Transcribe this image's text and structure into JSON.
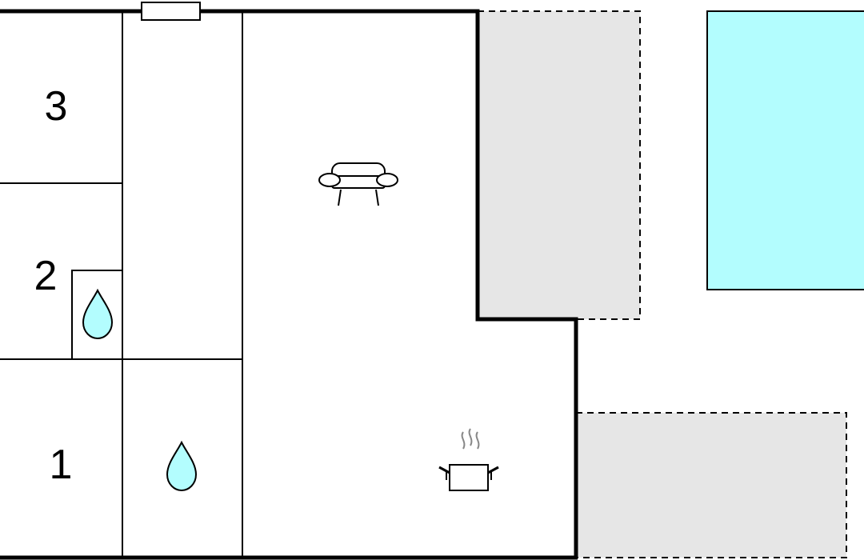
{
  "rooms": [
    {
      "label": "3"
    },
    {
      "label": "2"
    },
    {
      "label": "1"
    }
  ],
  "icons": {
    "living": "sofa-icon",
    "kitchen": "cooking-pot-icon",
    "bathroom": "water-drop-icon"
  },
  "colors": {
    "wall": "#000000",
    "terrace": "#e6e6e6",
    "pool": "#b3fdfe",
    "water_drop": "#b3fdfe",
    "steam": "#888888"
  }
}
